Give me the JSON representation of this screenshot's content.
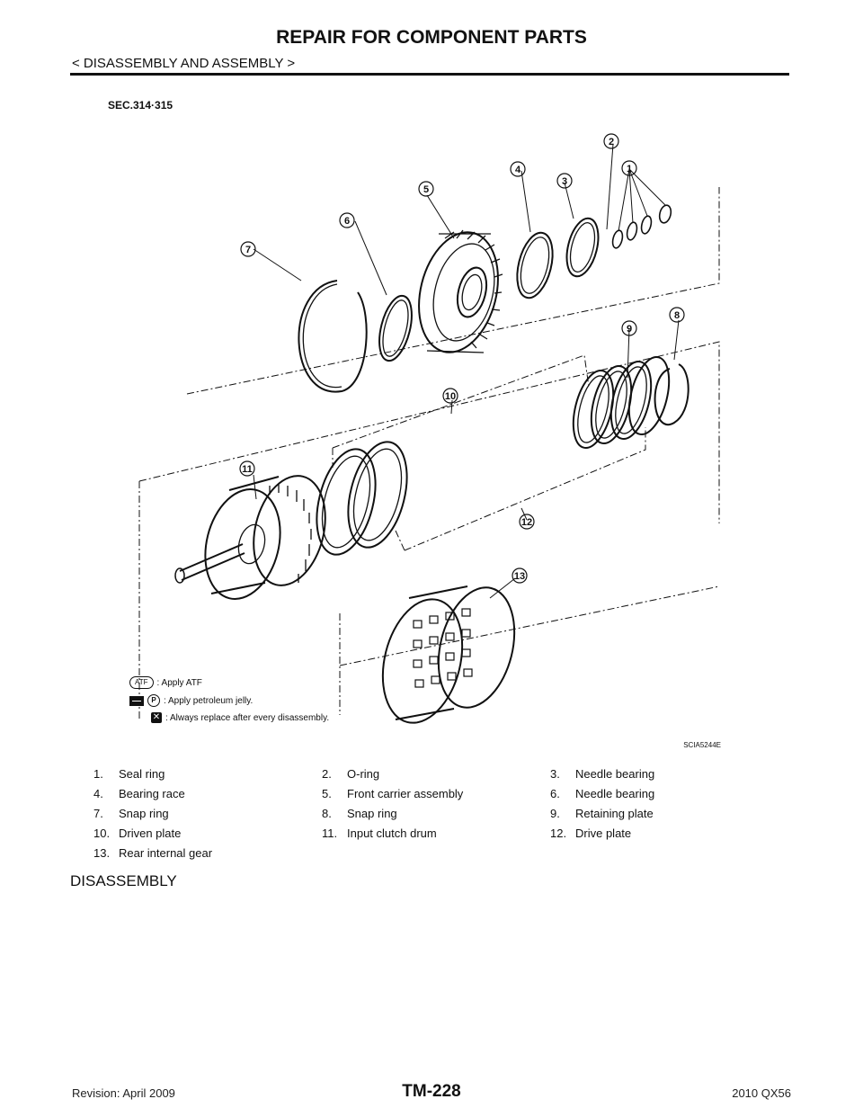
{
  "header": {
    "title": "REPAIR FOR COMPONENT PARTS",
    "subtitle": "< DISASSEMBLY AND ASSEMBLY >"
  },
  "figure": {
    "section_label": "SEC.314·315",
    "figure_code": "SCIA5244E",
    "legend": {
      "atf_symbol": "ATF",
      "atf_text": ":  Apply ATF",
      "petroleum_symbol": "P",
      "petroleum_text": ": Apply petroleum jelly.",
      "replace_text": ": Always replace after every disassembly."
    },
    "callouts": [
      "1",
      "2",
      "3",
      "4",
      "5",
      "6",
      "7",
      "8",
      "9",
      "10",
      "11",
      "12",
      "13"
    ]
  },
  "parts": [
    {
      "num": "1.",
      "name": "Seal ring"
    },
    {
      "num": "2.",
      "name": "O-ring"
    },
    {
      "num": "3.",
      "name": "Needle bearing"
    },
    {
      "num": "4.",
      "name": "Bearing race"
    },
    {
      "num": "5.",
      "name": "Front carrier assembly"
    },
    {
      "num": "6.",
      "name": "Needle bearing"
    },
    {
      "num": "7.",
      "name": "Snap ring"
    },
    {
      "num": "8.",
      "name": "Snap ring"
    },
    {
      "num": "9.",
      "name": "Retaining plate"
    },
    {
      "num": "10.",
      "name": "Driven plate"
    },
    {
      "num": "11.",
      "name": "Input clutch drum"
    },
    {
      "num": "12.",
      "name": "Drive plate"
    },
    {
      "num": "13.",
      "name": "Rear internal gear"
    }
  ],
  "section_heading": "DISASSEMBLY",
  "footer": {
    "revision": "Revision: April 2009",
    "page": "TM-228",
    "model": "2010 QX56"
  }
}
